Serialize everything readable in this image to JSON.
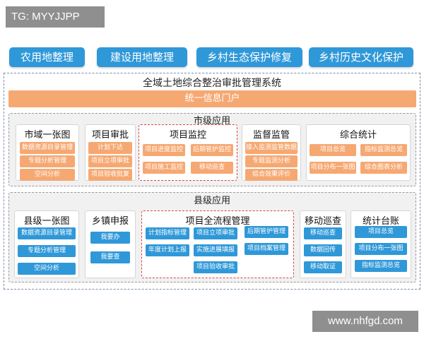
{
  "tag_label": "TG: MYYJJPP",
  "watermark": "www.nhfgd.com",
  "top_categories": [
    "农用地整理",
    "建设用地整理",
    "乡村生态保护修复",
    "乡村历史文化保护"
  ],
  "system_title": "全域土地综合整治审批管理系统",
  "portal": "统一信息门户",
  "city": {
    "title": "市级应用",
    "groups": [
      {
        "title": "市域一张图",
        "items": [
          "数据资源目录管理",
          "专题分析管理",
          "空间分析"
        ]
      },
      {
        "title": "项目审批",
        "items": [
          "计划下达",
          "项目立项审批",
          "项目验收批复"
        ]
      },
      {
        "title": "项目监控",
        "items": [
          "项目进度监控",
          "后期管护监控",
          "项目施工监控",
          "移动巡查"
        ]
      },
      {
        "title": "监督监管",
        "items": [
          "接入监测监管数据",
          "专题监测分析",
          "综合效果评价"
        ]
      },
      {
        "title": "综合统计",
        "items": [
          "项目总览",
          "指标监测总览",
          "项目分布一张图",
          "综合图表分析"
        ]
      }
    ]
  },
  "county": {
    "title": "县级应用",
    "groups": [
      {
        "title": "县级一张图",
        "items": [
          "数据资源目录管理",
          "专题分析管理",
          "空间分析"
        ]
      },
      {
        "title": "乡镇申报",
        "items": [
          "我要办",
          "我要查"
        ]
      },
      {
        "title": "项目全流程管理",
        "items": [
          "计划指标管理",
          "项目立项审批",
          "后期管护管理",
          "年度计划上报",
          "实施进展填报",
          "项目档案管理",
          "项目验收审批"
        ]
      },
      {
        "title": "移动巡查",
        "items": [
          "移动巡查",
          "数据回传",
          "移动取证"
        ]
      },
      {
        "title": "统计台账",
        "items": [
          "项目总览",
          "项目分布一张图",
          "指标监测总览"
        ]
      }
    ]
  },
  "colors": {
    "blue": "#2f98d8",
    "orange": "#f6a872",
    "red_dash": "#d74343",
    "panel_gray": "#f1f1f1"
  }
}
